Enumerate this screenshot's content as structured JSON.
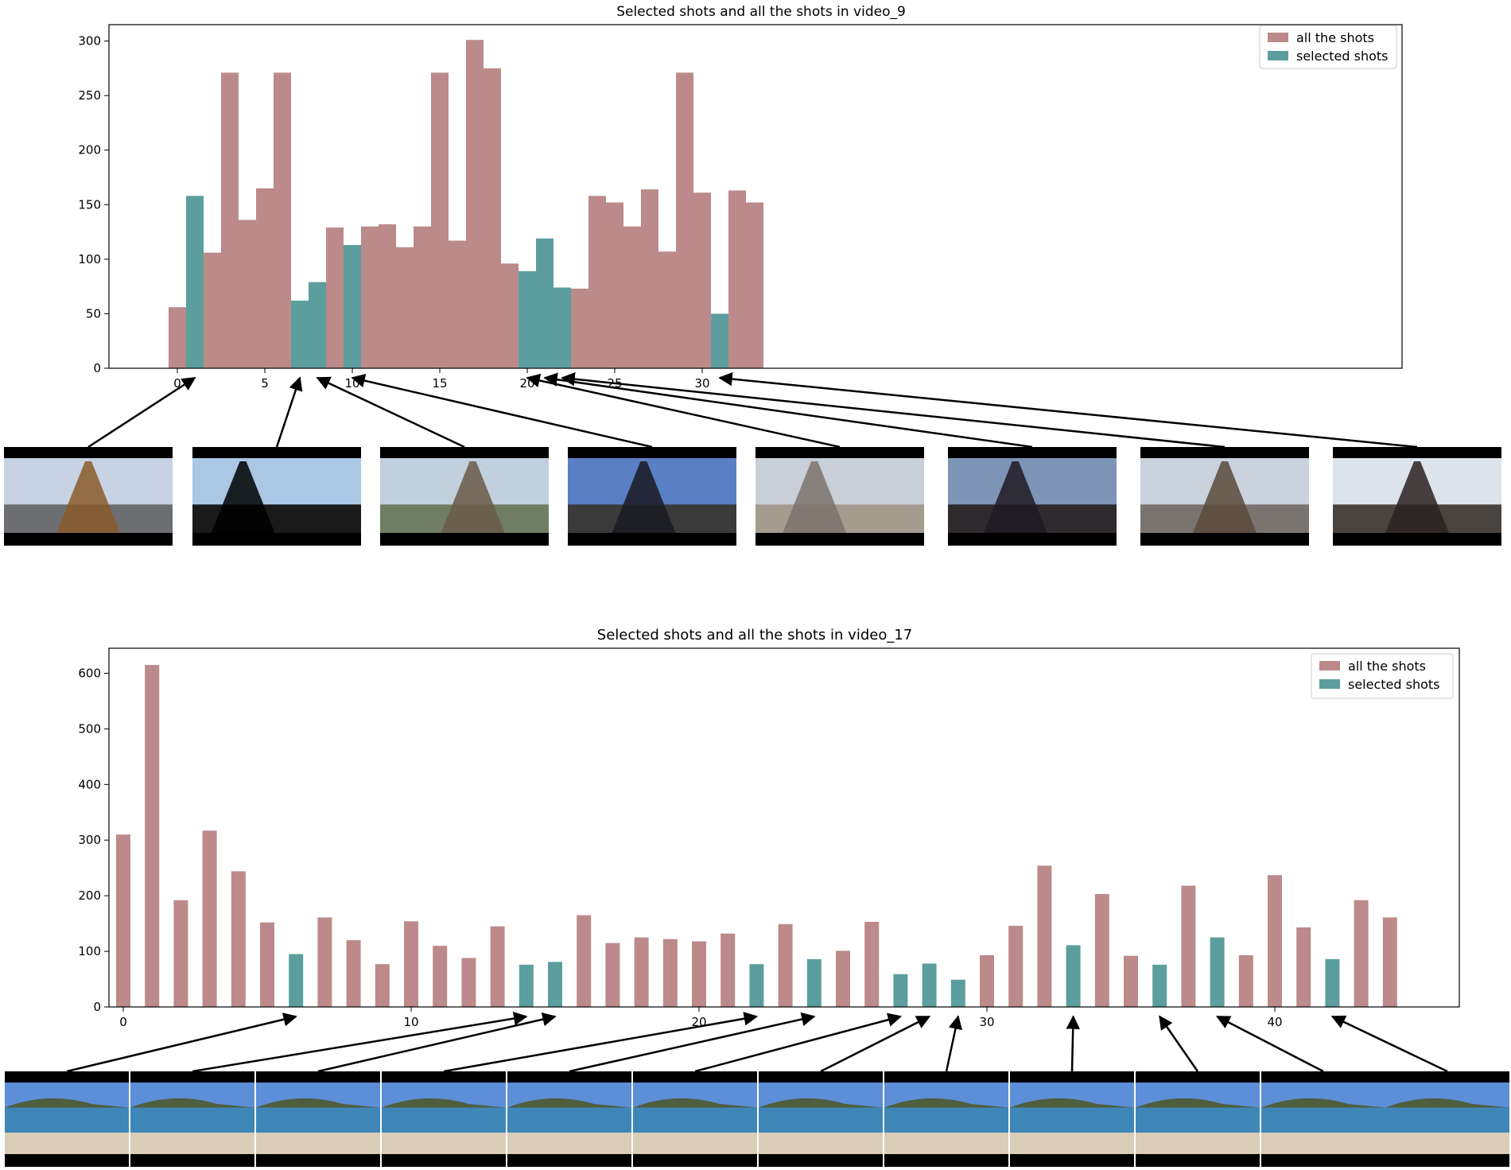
{
  "chart_data": [
    {
      "type": "bar",
      "title": "Selected shots and all the shots in video_9",
      "xlabel": "",
      "ylabel": "",
      "x": [
        0,
        1,
        2,
        3,
        4,
        5,
        6,
        7,
        8,
        9,
        10,
        11,
        12,
        13,
        14,
        15,
        16,
        17,
        18,
        19,
        20,
        21,
        22,
        23,
        24,
        25,
        26,
        27,
        28,
        29,
        30,
        31,
        32,
        33
      ],
      "series": [
        {
          "name": "all the shots",
          "color": "#bc8a8a",
          "values": [
            56,
            null,
            106,
            271,
            136,
            165,
            271,
            null,
            null,
            129,
            null,
            130,
            132,
            111,
            130,
            271,
            117,
            301,
            275,
            96,
            null,
            null,
            null,
            73,
            158,
            152,
            130,
            164,
            107,
            271,
            161,
            null,
            163,
            152
          ]
        },
        {
          "name": "selected shots",
          "color": "#5c9e9e",
          "values": [
            null,
            158,
            null,
            null,
            null,
            null,
            null,
            62,
            79,
            null,
            113,
            null,
            null,
            null,
            null,
            null,
            null,
            null,
            null,
            null,
            89,
            119,
            74,
            null,
            null,
            null,
            null,
            null,
            null,
            null,
            null,
            50,
            null,
            null
          ]
        }
      ],
      "ylim": [
        0,
        315
      ],
      "yticks": [
        0,
        50,
        100,
        150,
        200,
        250,
        300
      ],
      "xticks": [
        0,
        5,
        10,
        15,
        20,
        25,
        30
      ],
      "legend": "top-right",
      "thumbnail_links_to_x": [
        1,
        7,
        8,
        10,
        20,
        21,
        22,
        31
      ],
      "thumbnail_icons": [
        "eiffel-tower-river-icon",
        "tower-arch-underside-icon",
        "eiffel-tower-trocadero-icon",
        "tower-upward-view-icon",
        "tower-plaza-icon",
        "tower-dusk-icon",
        "tower-wide-icon",
        "tower-base-icon"
      ]
    },
    {
      "type": "bar",
      "title": "Selected shots and all the shots in video_17",
      "xlabel": "",
      "ylabel": "",
      "x": [
        0,
        1,
        2,
        3,
        4,
        5,
        6,
        7,
        8,
        9,
        10,
        11,
        12,
        13,
        14,
        15,
        16,
        17,
        18,
        19,
        20,
        21,
        22,
        23,
        24,
        25,
        26,
        27,
        28,
        29,
        30,
        31,
        32,
        33,
        34,
        35,
        36,
        37,
        38,
        39,
        40,
        41,
        42,
        43,
        44
      ],
      "series": [
        {
          "name": "all the shots",
          "color": "#bc8a8a",
          "values": [
            310,
            615,
            192,
            317,
            244,
            152,
            null,
            161,
            120,
            77,
            154,
            110,
            88,
            145,
            null,
            null,
            165,
            115,
            125,
            122,
            118,
            132,
            null,
            149,
            null,
            101,
            153,
            null,
            null,
            null,
            93,
            146,
            254,
            null,
            203,
            92,
            null,
            218,
            null,
            93,
            237,
            143,
            null,
            192,
            161
          ]
        },
        {
          "name": "selected shots",
          "color": "#5c9e9e",
          "values": [
            null,
            null,
            null,
            null,
            null,
            null,
            95,
            null,
            null,
            null,
            null,
            null,
            null,
            null,
            76,
            81,
            null,
            null,
            null,
            null,
            null,
            null,
            77,
            null,
            86,
            null,
            null,
            59,
            78,
            49,
            null,
            null,
            null,
            111,
            null,
            null,
            76,
            null,
            125,
            null,
            null,
            null,
            86,
            null,
            null
          ]
        }
      ],
      "ylim": [
        0,
        645
      ],
      "yticks": [
        0,
        100,
        200,
        300,
        400,
        500,
        600
      ],
      "xticks": [
        0,
        10,
        20,
        30,
        40
      ],
      "legend": "top-right",
      "thumbnail_links_to_x": [
        6,
        14,
        15,
        22,
        24,
        27,
        28,
        29,
        33,
        36,
        38,
        42
      ],
      "thumbnail_icons": [
        "beach-shot-icon",
        "beach-shot-icon",
        "beach-shot-icon",
        "beach-shot-icon",
        "beach-shot-icon",
        "beach-shot-icon",
        "beach-shot-icon",
        "beach-shot-icon",
        "beach-shot-icon",
        "beach-shot-icon",
        "beach-shot-icon",
        "beach-shot-icon"
      ]
    }
  ]
}
